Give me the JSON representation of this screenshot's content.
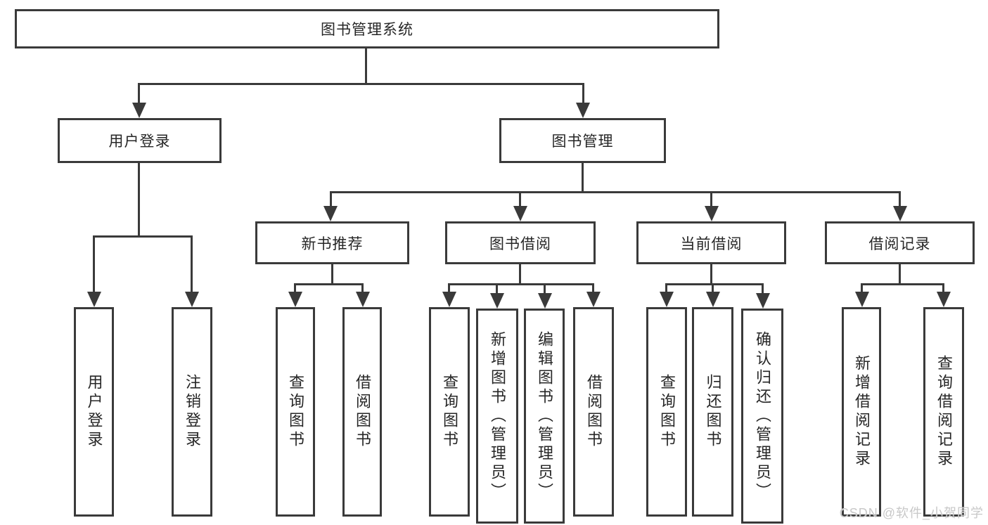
{
  "diagram": {
    "root": {
      "label": "图书管理系统"
    },
    "level2": {
      "user_login": {
        "label": "用户登录"
      },
      "book_mgmt": {
        "label": "图书管理"
      }
    },
    "level3": {
      "new_book": {
        "label": "新书推荐"
      },
      "book_borrow": {
        "label": "图书借阅"
      },
      "current_borrow": {
        "label": "当前借阅"
      },
      "borrow_record": {
        "label": "借阅记录"
      }
    },
    "leaves": {
      "user_login": [
        "用户登录",
        "注销登录"
      ],
      "new_book": [
        "查询图书",
        "借阅图书"
      ],
      "book_borrow": [
        "查询图书",
        "新增图书（管理员）",
        "编辑图书（管理员）",
        "借阅图书"
      ],
      "current_borrow": [
        "查询图书",
        "归还图书",
        "确认归还（管理员）"
      ],
      "borrow_record": [
        "新增借阅记录",
        "查询借阅记录"
      ]
    }
  },
  "watermark": {
    "text": "CSDN @软件_小贺同学"
  },
  "colors": {
    "line": "#3a3a3a",
    "text": "#262626",
    "background": "#ffffff",
    "watermark": "#c8c8c8"
  }
}
